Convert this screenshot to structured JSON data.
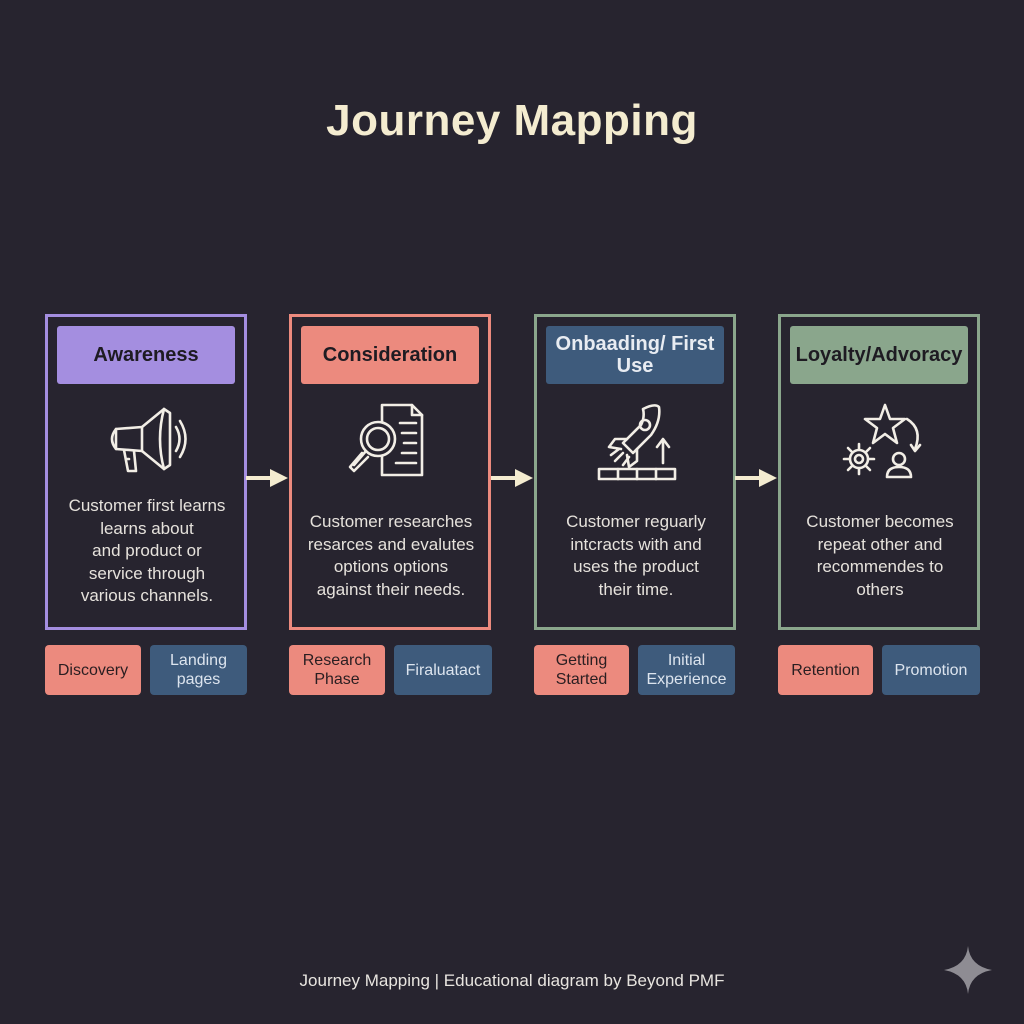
{
  "title": "Journey Mapping",
  "colors": {
    "background": "#27242f",
    "awareness": "#a48ee0",
    "consideration": "#ec8a7e",
    "onboarding": "#3e5b7c",
    "loyalty": "#8aa68c"
  },
  "stages": [
    {
      "heading": "Awareness",
      "icon": "megaphone-icon",
      "description": [
        "Customer first learns",
        "learns about",
        "and product or",
        "service through",
        "various channels."
      ],
      "tags": [
        "Discovery",
        "Landing pages"
      ]
    },
    {
      "heading": "Consideration",
      "icon": "magnifier-document-icon",
      "description": [
        "Customer researches",
        "resarces and evalutes",
        "options options",
        "against their needs."
      ],
      "tags": [
        "Research Phase",
        "Firaluatact"
      ]
    },
    {
      "heading": "Onbaading/ First Use",
      "icon": "rocket-launch-icon",
      "description": [
        "Customer reguarly",
        "intcracts with and",
        "uses the product",
        "their time."
      ],
      "tags": [
        "Getting Started",
        "Initial Experience"
      ]
    },
    {
      "heading": "Loyalty/Advoracy",
      "icon": "star-gear-user-icon",
      "description": [
        "Customer becomes",
        "repeat other and",
        "recommendes to",
        "others"
      ],
      "tags": [
        "Retention",
        "Promotion"
      ]
    }
  ],
  "footer": "Journey Mapping | Educational diagram by Beyond PMF",
  "watermark_icon": "sparkle-icon"
}
